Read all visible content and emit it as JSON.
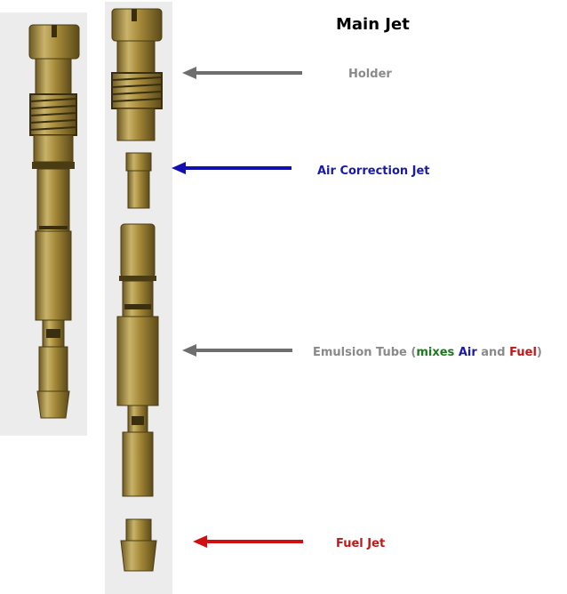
{
  "title": "Main Jet",
  "labels": {
    "holder": {
      "text": "Holder",
      "color": "#8a8a8a"
    },
    "air_correction_jet": {
      "text": "Air Correction Jet",
      "color": "#1a1aa8"
    },
    "emulsion_tube": {
      "part1": "Emulsion Tube (",
      "mixes": "mixes",
      "space1": " ",
      "air": "Air",
      "and": " and ",
      "fuel": "Fuel",
      "close": ")",
      "colors": {
        "base": "#8a8a8a",
        "mixes": "#1e7a1e",
        "air": "#1a1aa8",
        "fuel": "#c01818"
      }
    },
    "fuel_jet": {
      "text": "Fuel Jet",
      "color": "#c01818"
    }
  },
  "arrow_colors": {
    "holder": "#6e6e6e",
    "air_correction_jet": "#1010b0",
    "emulsion_tube": "#6e6e6e",
    "fuel_jet": "#d01010"
  },
  "brass": {
    "light": "#d2c48a",
    "mid": "#a68a3a",
    "dark": "#6e5a22"
  }
}
